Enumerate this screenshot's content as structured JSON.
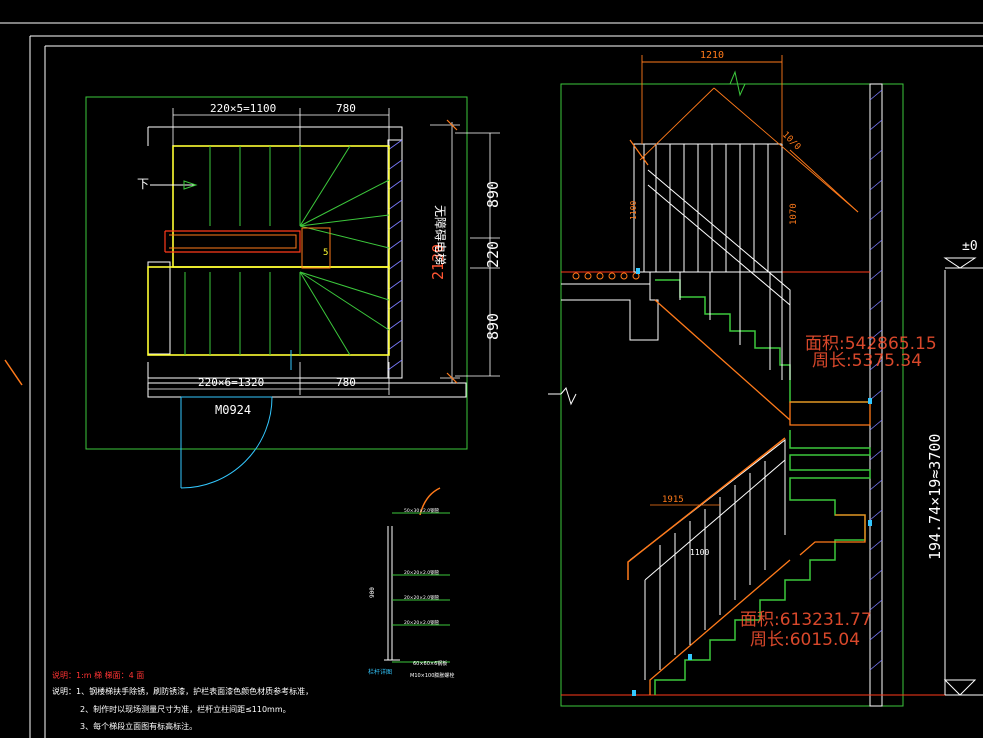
{
  "colors": {
    "background": "#000000",
    "frame": "#ffffff",
    "wall": "#3cc83c",
    "stair": "#ffff33",
    "handrail_red": "#ff3a1a",
    "handrail_orange": "#ff7a1a",
    "dimension": "#ffffff",
    "door": "#33c8ff",
    "hatch": "#7a7aff",
    "area_text": "#ff5533",
    "note_text": "#ff3333"
  },
  "plan": {
    "top_dim_left": "220×5=1100",
    "top_dim_right": "780",
    "bottom_dim_left": "220×6=1320",
    "bottom_dim_right": "780",
    "right_dim_top": "890",
    "right_dim_mid": "220",
    "right_dim_bottom": "890",
    "right_total": "2130",
    "down_label": "下",
    "door_label": "M0924",
    "side_note": "无障碍电梯",
    "small_step_label": "5"
  },
  "section": {
    "top_width": "1210",
    "rail_diag": "1070",
    "rail_diag_label": "10/0",
    "rail_height_left": "1100",
    "lower_rail_length": "1915",
    "lower_rail_height": "1100",
    "level_label": "±0",
    "total_height": "194.74×19≈3700",
    "area_upper": "面积:542865.15",
    "perimeter_upper": "周长:5375.34",
    "area_lower": "面积:613231.77",
    "perimeter_lower": "周长:6015.04"
  },
  "rail_detail": {
    "height_label": "900",
    "bottom_label": "60×60×6钢板",
    "bottom_label2": "M10×100膨胀螺栓",
    "detail_title": "栏杆详图",
    "callouts": [
      "50×30×2.0钢管",
      "20×20×2.0钢管",
      "20×20×2.0钢管",
      "20×20×2.0钢管"
    ]
  },
  "notes": {
    "header": "说明：1:m 梯    梯面：4 面",
    "line1": "说明：1、钢楼梯扶手除锈，刷防锈漆，护栏表面漆色颜色材质参考标准，",
    "line2": "2、制作时以现场测量尺寸为准，栏杆立柱间距≤110mm。",
    "line3": "3、每个梯段立面图有标高标注。"
  }
}
